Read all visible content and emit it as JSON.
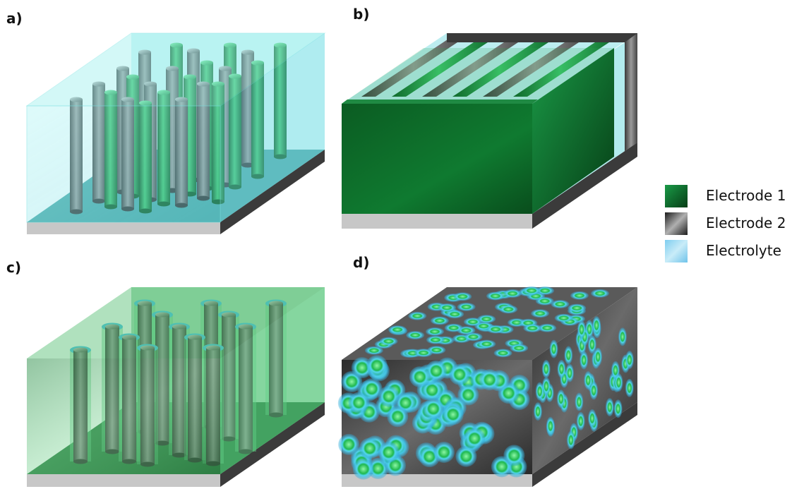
{
  "panels": [
    {
      "id": "a",
      "label": "a)"
    },
    {
      "id": "b",
      "label": "b)"
    },
    {
      "id": "c",
      "label": "c)"
    },
    {
      "id": "d",
      "label": "d)"
    }
  ],
  "legend": [
    {
      "label": "Electrode 1",
      "color": "#0e6b2c"
    },
    {
      "label": "Electrode 2",
      "color": "#444444"
    },
    {
      "label": "Electrolyte",
      "color": "#8fd7ef"
    }
  ],
  "colors": {
    "electrode1": "#1f8a43",
    "electrode1_light": "#5ee08a",
    "electrode2": "#555555",
    "electrolyte": "#9ff2ee",
    "substrate": "#c7c7c7",
    "substrate_side": "#3b3b3b"
  }
}
